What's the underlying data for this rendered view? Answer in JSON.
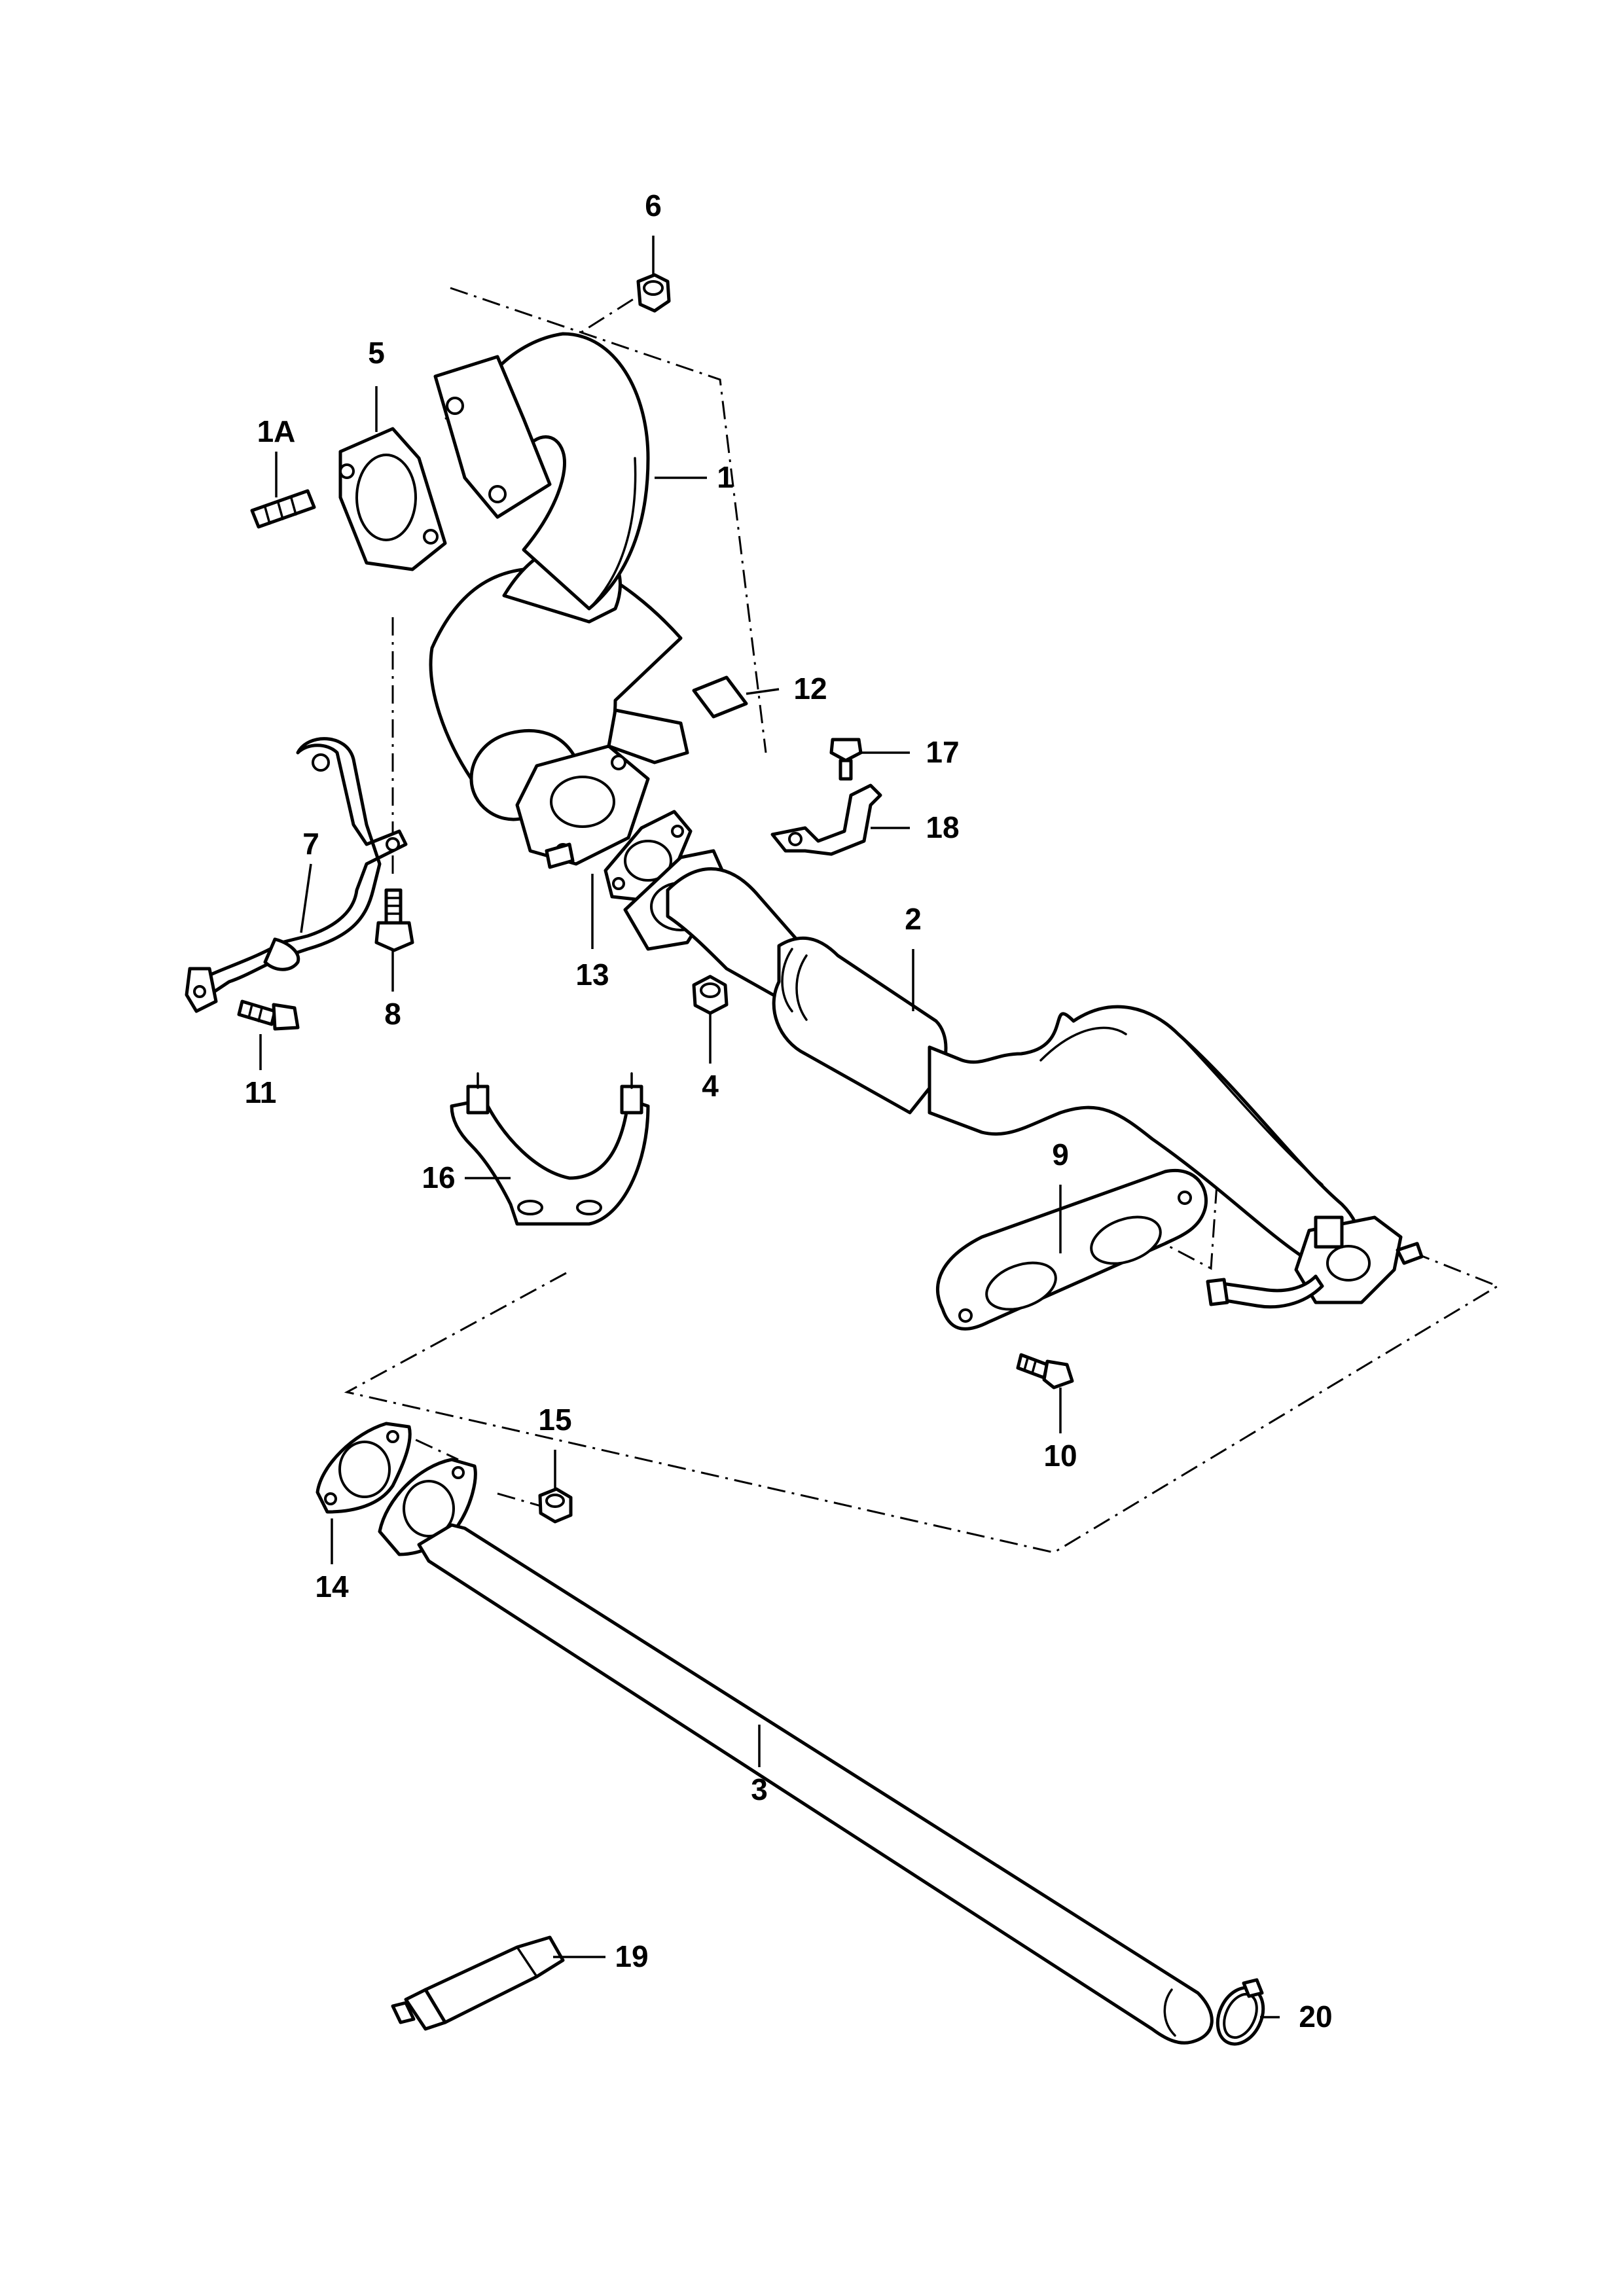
{
  "diagram": {
    "colors": {
      "line": "#000000",
      "fill": "#ffffff",
      "background": "#ffffff"
    },
    "callouts": {
      "c1": "1",
      "c1a": "1A",
      "c2": "2",
      "c3": "3",
      "c4": "4",
      "c5": "5",
      "c6": "6",
      "c7": "7",
      "c8": "8",
      "c9": "9",
      "c10": "10",
      "c11": "11",
      "c12": "12",
      "c13": "13",
      "c14": "14",
      "c15": "15",
      "c16": "16",
      "c17": "17",
      "c18": "18",
      "c19": "19",
      "c20": "20"
    }
  }
}
